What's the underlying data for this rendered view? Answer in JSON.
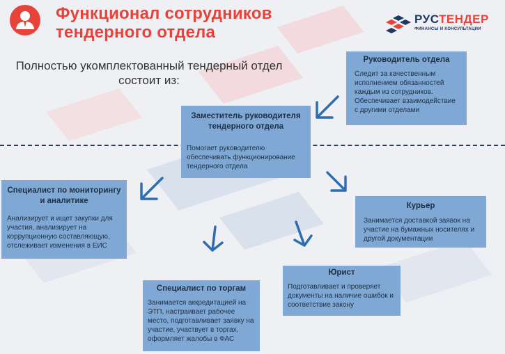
{
  "header": {
    "title_line1": "Функционал сотрудников",
    "title_line2": "тендерного отдела",
    "subtitle_line1": "Полностью укомплектованный тендерный отдел",
    "subtitle_line2": "состоит из:"
  },
  "logo": {
    "name_part1": "РУС",
    "name_part2": "ТЕНДЕР",
    "tagline": "ФИНАНСЫ И КОНСУЛЬТАЦИИ"
  },
  "roles": {
    "head": {
      "title": "Руководитель отдела",
      "desc": "Следит за качественным исполнением обязанностей каждым из сотрудников. Обеспечивает взаимодействие с другими отделами"
    },
    "deputy": {
      "title_line1": "Заместитель руководителя",
      "title_line2": "тендерного отдела",
      "desc": "Помогает руководителю обеспечивать функционирование тендерного отдела"
    },
    "analyst": {
      "title_line1": "Специалист по мониторингу",
      "title_line2": "и аналитике",
      "desc": "Анализирует и ищет закупки для участия, анализирует на коррупционную составляющую, отслеживает изменения в ЕИС"
    },
    "courier": {
      "title": "Курьер",
      "desc": "Занимается доставкой заявок на участие на бумажных носителях и другой документации"
    },
    "lawyer": {
      "title": "Юрист",
      "desc": "Подготавливает и проверяет документы на наличие ошибок и соответствие закону"
    },
    "trader": {
      "title": "Специалист по торгам",
      "desc": "Занимается аккредитацией на ЭТП, настраивает рабочее место, подготавливает заявку на участие, участвует в торгах, оформляет жалобы в ФАС"
    }
  },
  "colors": {
    "accent_red": "#e8433a",
    "box_blue": "#7fa9d4",
    "arrow_blue": "#2f6db3",
    "dark_navy": "#1f3864"
  }
}
